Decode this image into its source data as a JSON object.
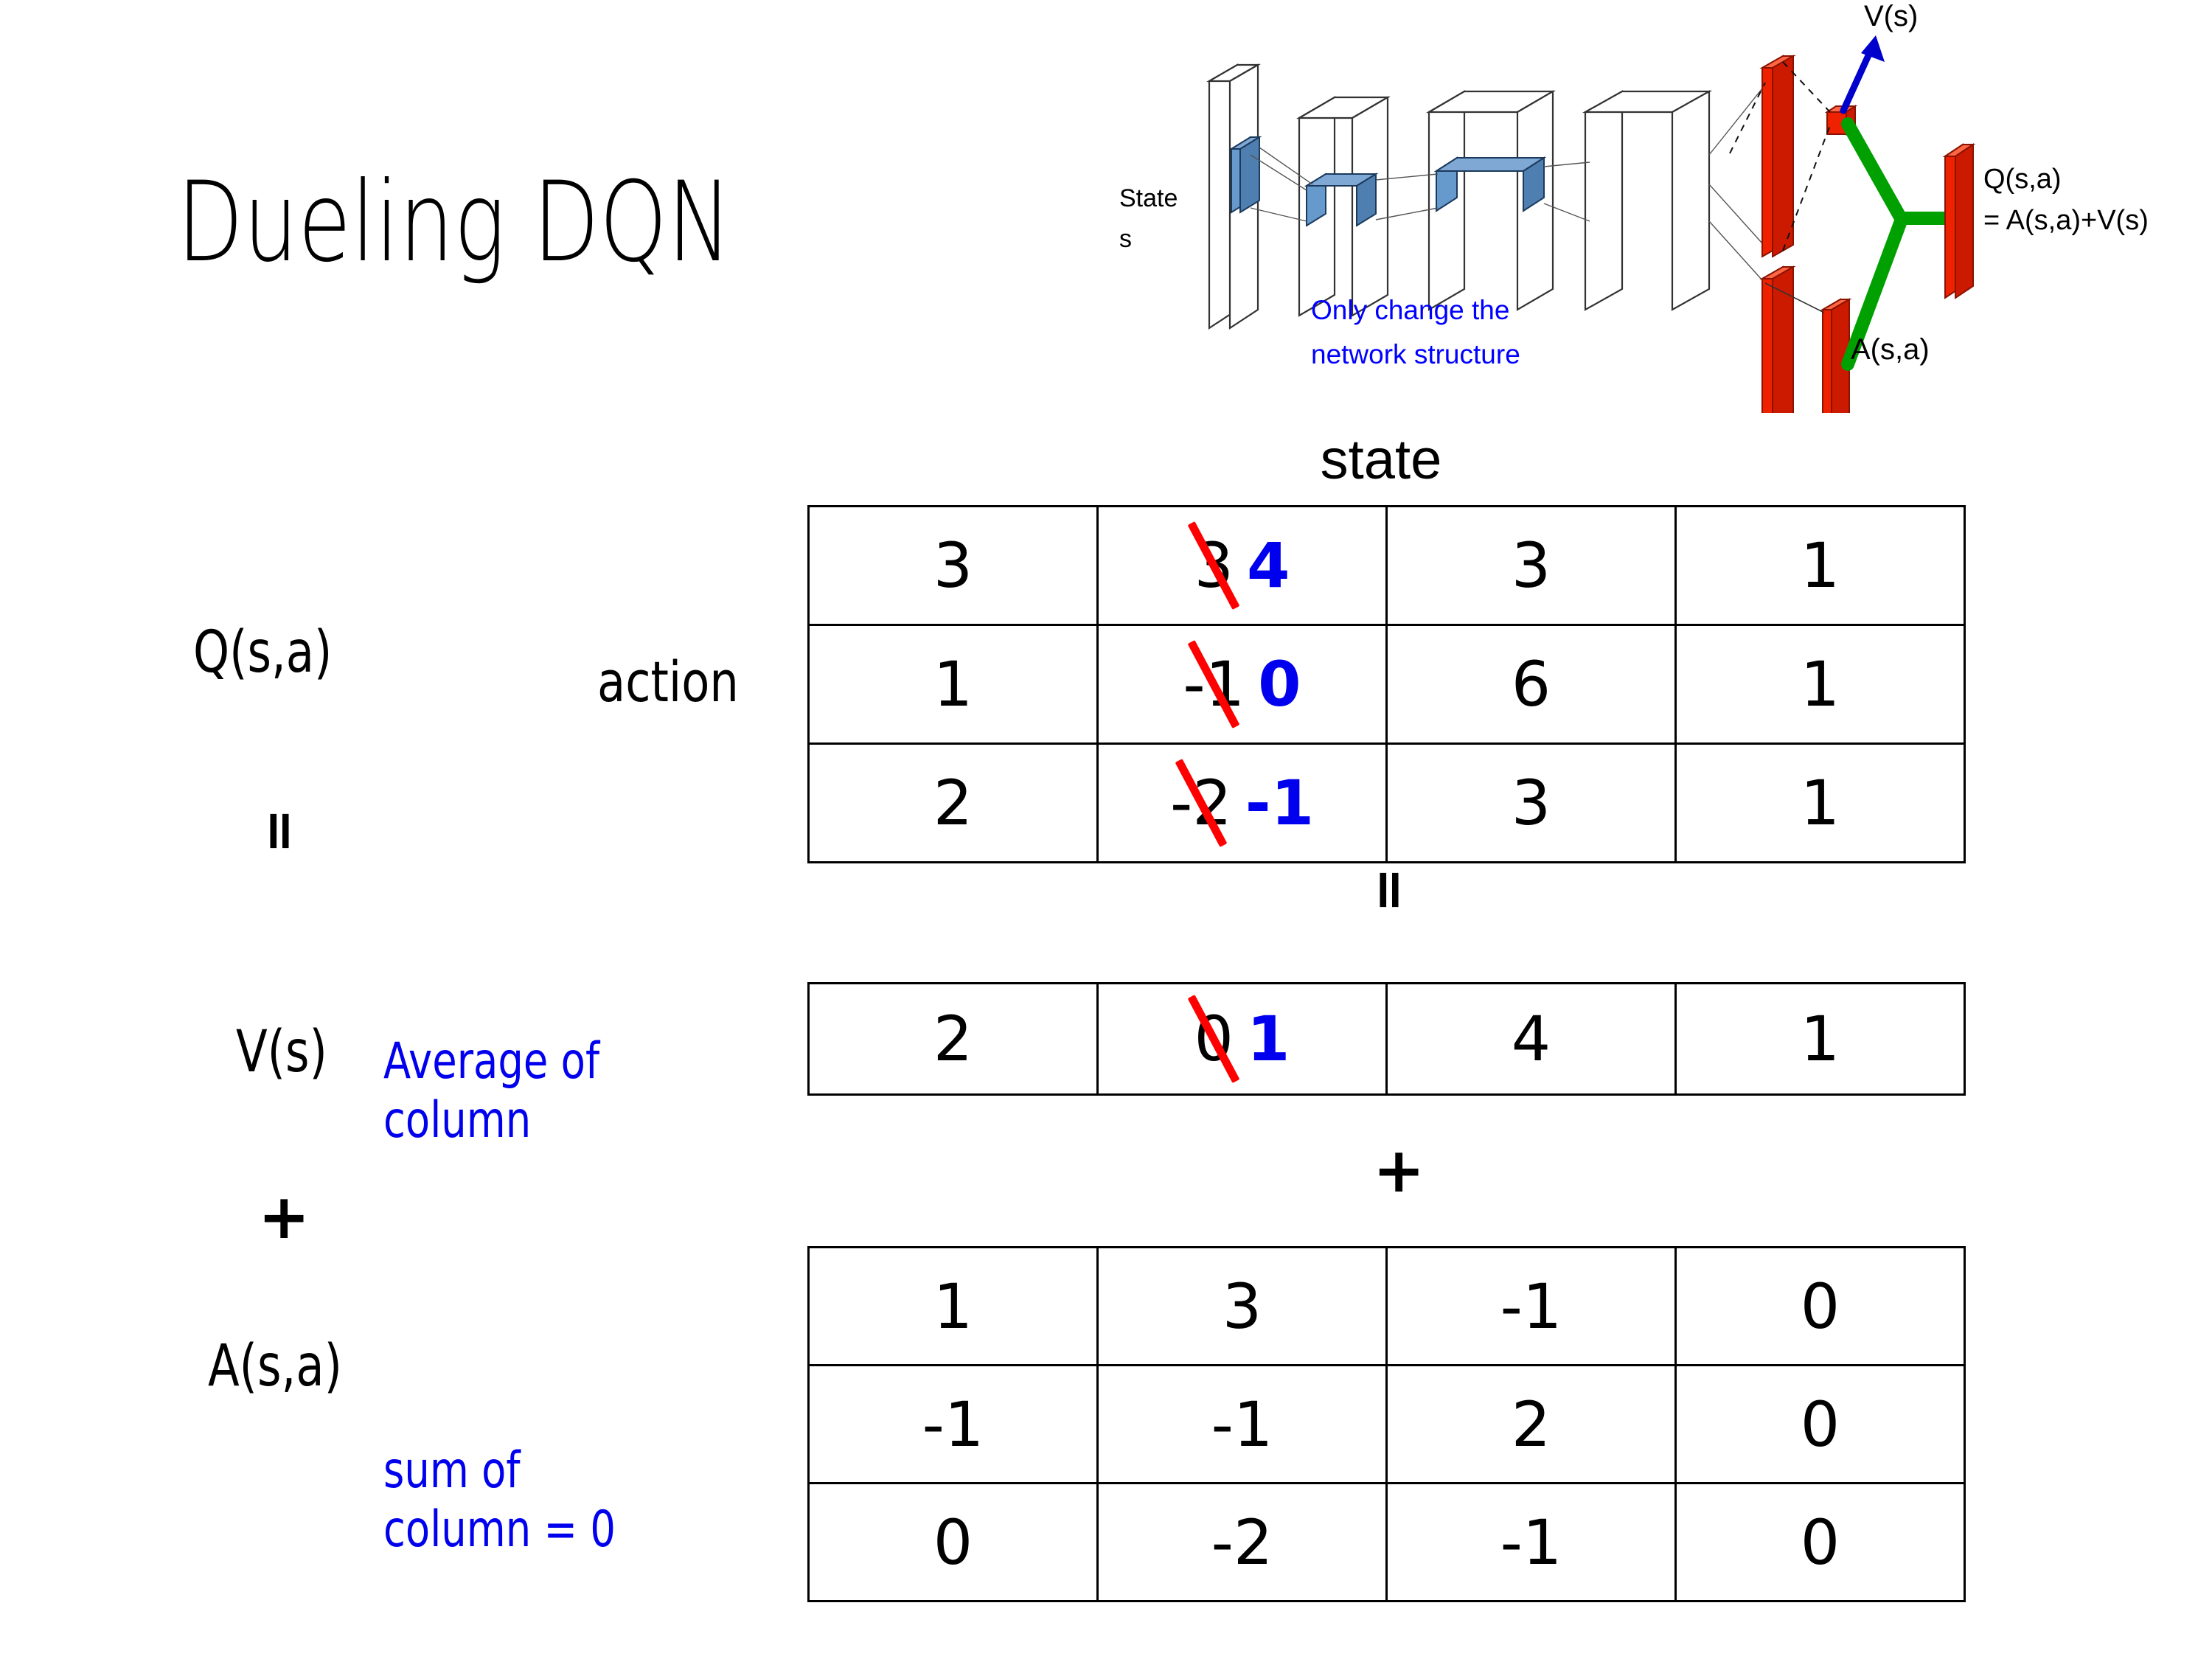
{
  "title": "Dueling DQN",
  "diagram": {
    "state_label_line1": "State",
    "state_label_line2": "s",
    "note_line1": "Only change the",
    "note_line2": "network structure",
    "value_head_label": "V(s)",
    "advantage_head_label": "A(s,a)",
    "q_label_line1": "Q(s,a)",
    "q_label_line2": "= A(s,a)+V(s)",
    "colors": {
      "note": "#0000ff",
      "value_arrow": "#0000cc",
      "combine": "#00a000",
      "output_bar": "#ee2200",
      "conv_block": "#6699cc"
    }
  },
  "labels": {
    "q_function": "Q(s,a)",
    "v_function": "V(s)",
    "a_function": "A(s,a)",
    "action_axis": "action",
    "state_axis": "state",
    "equals": "=",
    "plus": "+"
  },
  "annotations": {
    "average_of_column": "Average of\ncolumn",
    "sum_of_column": "sum of\ncolumn = 0",
    "color": "#0000ee"
  },
  "edit_colors": {
    "strike": "#ff0000",
    "new_value": "#0000ee"
  },
  "chart_data": {
    "type": "table",
    "title": "Dueling DQN decomposition Q(s,a) = V(s) + A(s,a)",
    "xlabel": "state",
    "ylabel": "action",
    "tables": [
      {
        "name": "Q(s,a)",
        "rows": 3,
        "cols": 4,
        "values": [
          [
            {
              "value": "3"
            },
            {
              "value": "3",
              "struck": true,
              "new_value": "4"
            },
            {
              "value": "3"
            },
            {
              "value": "1"
            }
          ],
          [
            {
              "value": "1"
            },
            {
              "value": "-1",
              "struck": true,
              "new_value": "0"
            },
            {
              "value": "6"
            },
            {
              "value": "1"
            }
          ],
          [
            {
              "value": "2"
            },
            {
              "value": "-2",
              "struck": true,
              "new_value": "-1"
            },
            {
              "value": "3"
            },
            {
              "value": "1"
            }
          ]
        ]
      },
      {
        "name": "V(s)",
        "rows": 1,
        "cols": 4,
        "values": [
          [
            {
              "value": "2"
            },
            {
              "value": "0",
              "struck": true,
              "new_value": "1"
            },
            {
              "value": "4"
            },
            {
              "value": "1"
            }
          ]
        ]
      },
      {
        "name": "A(s,a)",
        "rows": 3,
        "cols": 4,
        "values": [
          [
            {
              "value": "1"
            },
            {
              "value": "3"
            },
            {
              "value": "-1"
            },
            {
              "value": "0"
            }
          ],
          [
            {
              "value": "-1"
            },
            {
              "value": "-1"
            },
            {
              "value": "2"
            },
            {
              "value": "0"
            }
          ],
          [
            {
              "value": "0"
            },
            {
              "value": "-2"
            },
            {
              "value": "-1"
            },
            {
              "value": "0"
            }
          ]
        ]
      }
    ]
  }
}
